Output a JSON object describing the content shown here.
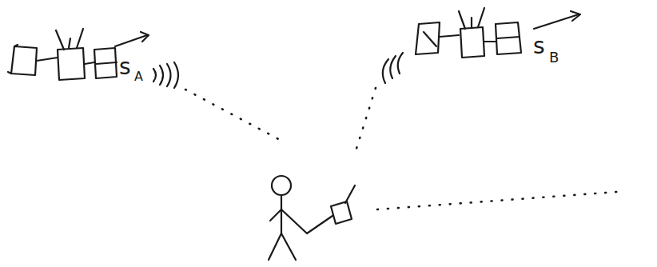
{
  "diagram": {
    "labels": [
      "s",
      "A",
      "s",
      "B"
    ]
  }
}
